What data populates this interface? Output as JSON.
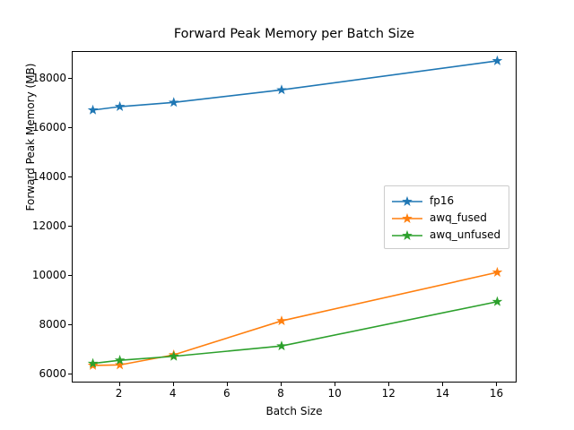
{
  "chart_data": {
    "type": "line",
    "title": "Forward Peak Memory per Batch Size",
    "xlabel": "Batch Size",
    "ylabel": "Forward Peak Memory (MB)",
    "x": [
      1,
      2,
      4,
      8,
      16
    ],
    "xlim": [
      0.25,
      16.75
    ],
    "ylim": [
      5640,
      19100
    ],
    "xticks": [
      2,
      4,
      6,
      8,
      10,
      12,
      14,
      16
    ],
    "xticklabels": [
      "2",
      "4",
      "6",
      "8",
      "10",
      "12",
      "14",
      "16"
    ],
    "yticks": [
      6000,
      8000,
      10000,
      12000,
      14000,
      16000,
      18000
    ],
    "yticklabels": [
      "6000",
      "8000",
      "10000",
      "12000",
      "14000",
      "16000",
      "18000"
    ],
    "grid": false,
    "legend_position": "center right",
    "marker": "star",
    "series": [
      {
        "name": "fp16",
        "color": "#1f77b4",
        "values": [
          16740,
          16880,
          17050,
          17560,
          18740
        ]
      },
      {
        "name": "awq_fused",
        "color": "#ff7f0e",
        "values": [
          6370,
          6390,
          6800,
          8180,
          10150
        ]
      },
      {
        "name": "awq_unfused",
        "color": "#2ca02c",
        "values": [
          6450,
          6580,
          6740,
          7160,
          8960
        ]
      }
    ]
  }
}
